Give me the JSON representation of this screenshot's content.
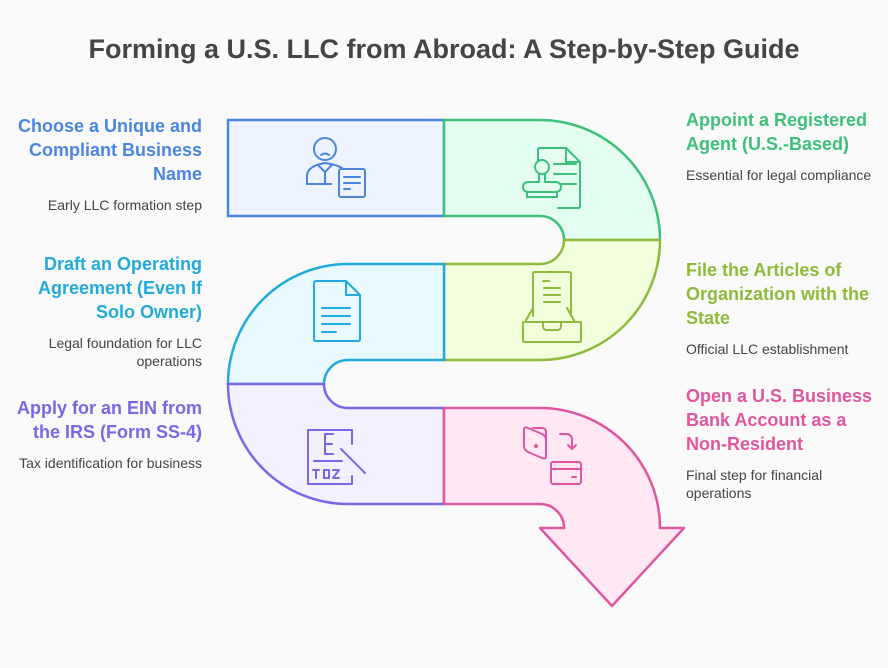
{
  "title": "Forming a U.S. LLC from Abroad: A Step-by-Step Guide",
  "steps": [
    {
      "heading": "Choose a Unique and Compliant Business Name",
      "description": "Early LLC formation step",
      "color": "#4a86e0",
      "fill": "#edf3ff",
      "icon": "person-document-icon"
    },
    {
      "heading": "Appoint a Registered Agent (U.S.-Based)",
      "description": "Essential for legal compliance",
      "color": "#3cc07c",
      "fill": "#e3fdf0",
      "icon": "stamp-document-icon"
    },
    {
      "heading": "File the Articles of Organization with the State",
      "description": "Official LLC establishment",
      "color": "#8fba3a",
      "fill": "#f3fedc",
      "icon": "document-tray-icon"
    },
    {
      "heading": "Draft an Operating Agreement (Even If Solo Owner)",
      "description": "Legal foundation for LLC operations",
      "color": "#22aadb",
      "fill": "#e8f9ff",
      "icon": "document-icon"
    },
    {
      "heading": "Apply for an EIN from the IRS (Form SS-4)",
      "description": "Tax identification for business",
      "color": "#7b66e6",
      "fill": "#f3f0ff",
      "icon": "tax-form-icon"
    },
    {
      "heading": "Open a U.S. Business Bank Account as a Non-Resident",
      "description": "Final step for financial operations",
      "color": "#e0569f",
      "fill": "#ffe8f4",
      "icon": "bank-card-icon"
    }
  ]
}
